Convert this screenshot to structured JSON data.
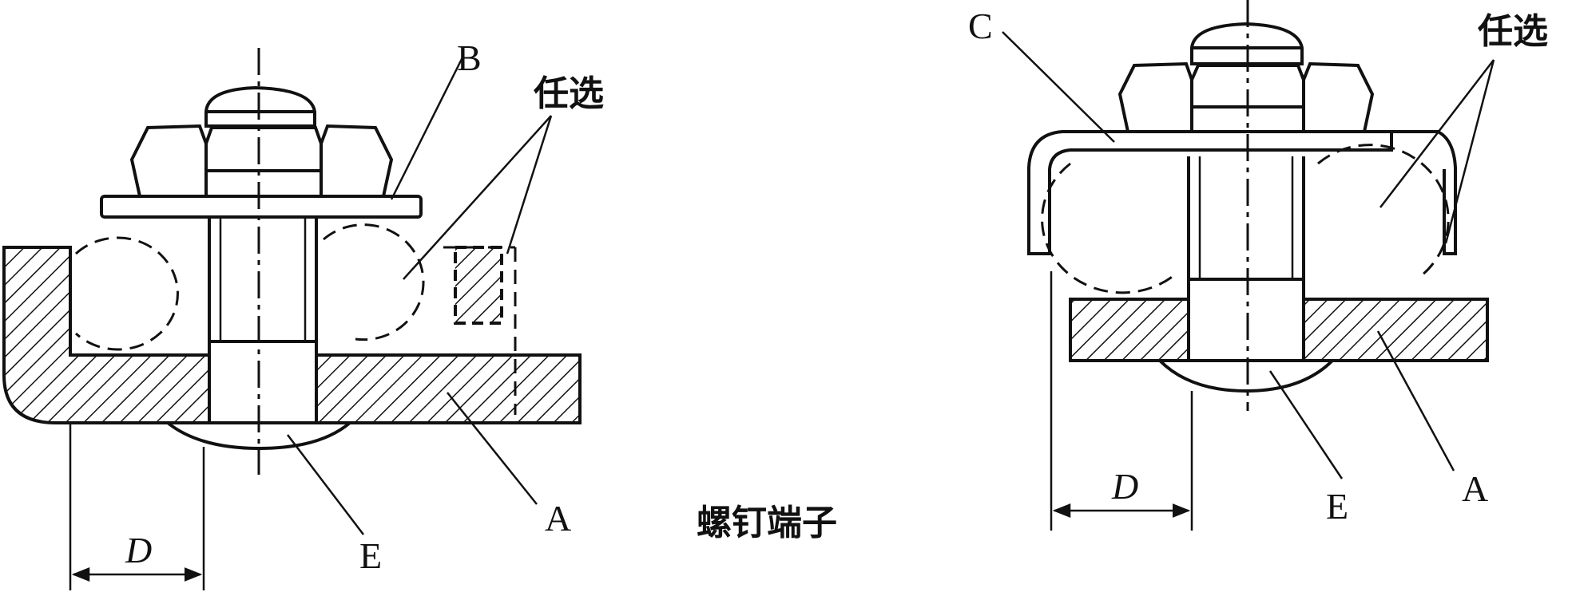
{
  "labels": {
    "left_b": "B",
    "left_optional": "任选",
    "left_a": "A",
    "left_e": "E",
    "left_d": "D",
    "caption": "螺钉端子",
    "right_c": "C",
    "right_optional": "任选",
    "right_d": "D",
    "right_e": "E",
    "right_a": "A"
  }
}
